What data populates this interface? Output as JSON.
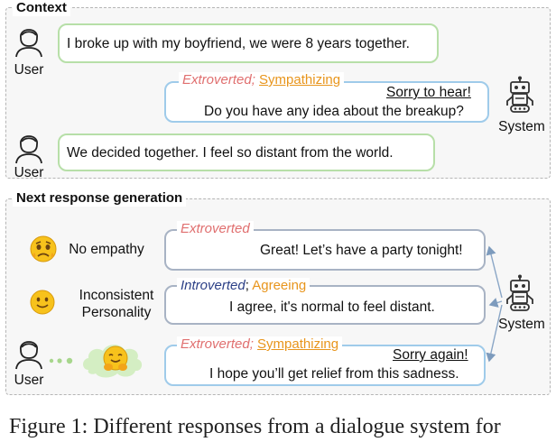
{
  "context": {
    "title": "Context",
    "user_label_1": "User",
    "user_msg_1": "I broke up with my boyfriend, we were 8 years together.",
    "system_tag_persona": "Extroverted;",
    "system_tag_strategy": "Sympathizing",
    "system_msg_emph": "Sorry to hear!",
    "system_msg": "Do you have any idea about the breakup?",
    "system_label": "System",
    "user_label_2": "User",
    "user_msg_2": "We decided together. I feel so distant from the world."
  },
  "generation": {
    "title": "Next response generation",
    "cases": [
      {
        "emoji_name": "worried-face",
        "label": "No empathy",
        "persona": "Extroverted",
        "strategy": "",
        "emph": "",
        "response": "Great! Let’s have a party tonight!"
      },
      {
        "emoji_name": "smiling-face",
        "label": "Inconsistent\nPersonality",
        "persona": "Introverted",
        "persona_sep": ";",
        "strategy": "Agreeing",
        "emph": "",
        "response": "I agree, it's normal to feel distant."
      },
      {
        "emoji_name": "hugging-face",
        "label": "",
        "persona": "Extroverted;",
        "strategy": "Sympathizing",
        "emph": "Sorry again!",
        "response": "I hope you’ll get relief from this sadness."
      }
    ],
    "user_label": "User",
    "system_label": "System"
  },
  "caption": "Figure 1: Different responses from a dialogue system for"
}
